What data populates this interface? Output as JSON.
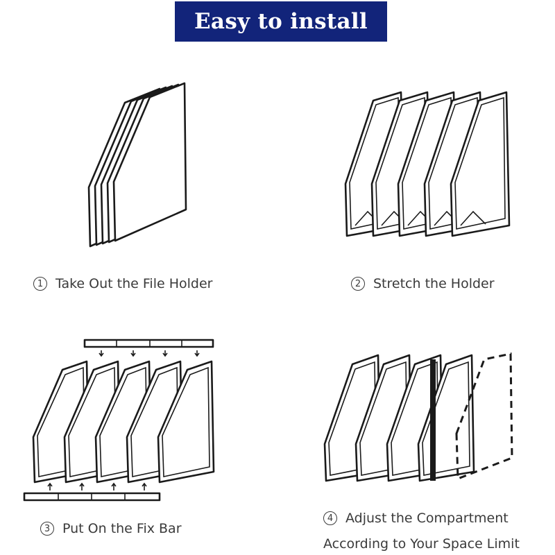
{
  "banner": {
    "title": "Easy to install",
    "color": "#12247a"
  },
  "steps": [
    {
      "number": "1",
      "icon": "folded-file-holder-icon",
      "label": "Take Out the File Holder"
    },
    {
      "number": "2",
      "icon": "stretched-file-holder-icon",
      "label": "Stretch the Holder"
    },
    {
      "number": "3",
      "icon": "fix-bar-file-holder-icon",
      "label": "Put On the Fix Bar"
    },
    {
      "number": "4",
      "icon": "adjust-compartment-icon",
      "label_line1": "Adjust the Compartment",
      "label_line2": "According to Your Space Limit"
    }
  ]
}
